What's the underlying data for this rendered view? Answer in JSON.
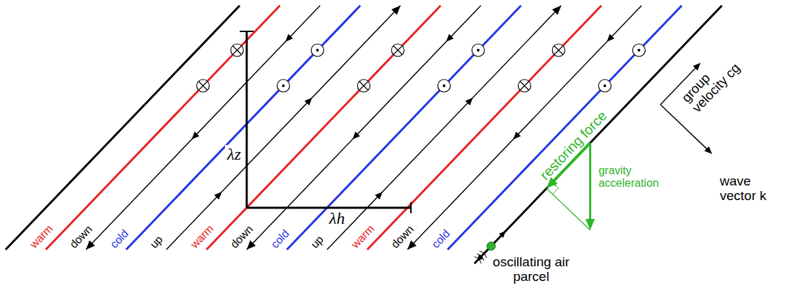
{
  "diagram": {
    "labels": [
      "warm",
      "down",
      "cold",
      "up",
      "warm",
      "down",
      "cold",
      "up",
      "warm",
      "down",
      "cold",
      "λz",
      "λh",
      "restoring force",
      "gravity acceleration",
      "group velocity cg",
      "wave vector k",
      "oscillating air parcel"
    ]
  }
}
